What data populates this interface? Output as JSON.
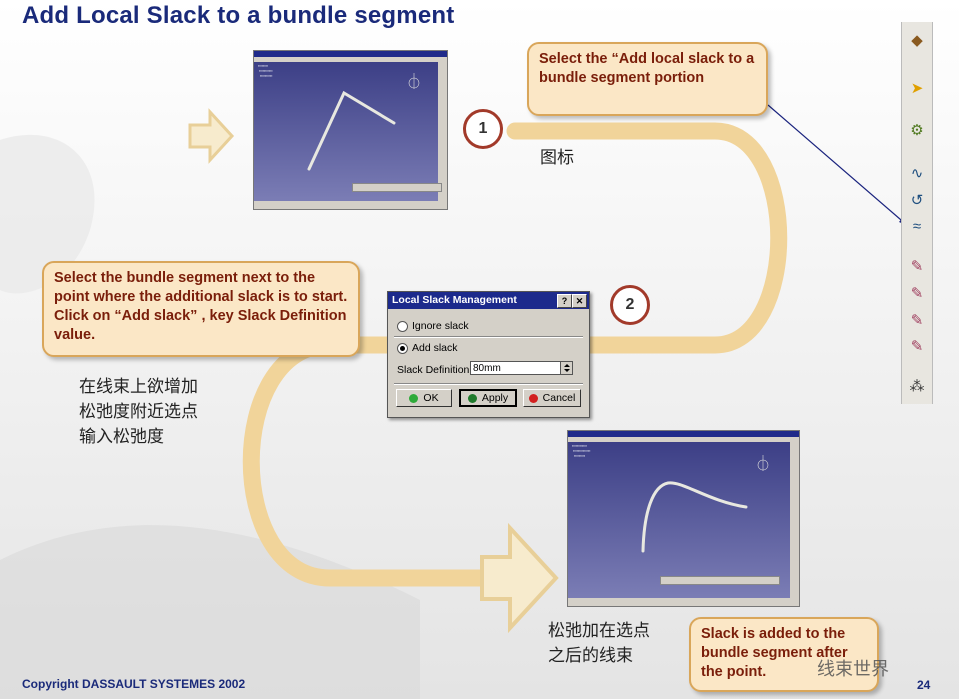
{
  "title": "Add Local Slack to a bundle segment",
  "callouts": {
    "step1": "Select the “Add local slack to a bundle segment portion",
    "step2": "Select the bundle segment next to the point where the additional slack is to start. Click on “Add slack” , key Slack Definition value.",
    "result": "Slack is added to the bundle segment after the point."
  },
  "steps": {
    "one": "1",
    "two": "2"
  },
  "chinese": {
    "icon": "图标",
    "select": "在线束上欲增加\n松弛度附近选点\n输入松弛度",
    "result": "松弛加在选点\n之后的线束"
  },
  "dialog": {
    "title": "Local Slack Management",
    "help_btn": "?",
    "close_btn": "✕",
    "ignore_label": "Ignore slack",
    "add_label": "Add slack",
    "ignore_selected": false,
    "add_selected": true,
    "slack_label": "Slack Definition:",
    "slack_value": "80mm",
    "ok_label": "OK",
    "apply_label": "Apply",
    "cancel_label": "Cancel"
  },
  "toolbar_icons": [
    "bundle-icon",
    "pointer-icon",
    "gear-icon",
    "route-icon",
    "curve-icon",
    "slack-icon",
    "tool-a-icon",
    "tool-b-icon",
    "tool-c-icon",
    "tool-d-icon",
    "network-icon"
  ],
  "colors": {
    "title": "#1a2a7a",
    "callout_text": "#7a1e0a",
    "callout_bg": "#fbe7c6",
    "path": "#f1d49a"
  },
  "footer": {
    "copyright": "Copyright DASSAULT SYSTEMES 2002",
    "page": "24"
  },
  "watermark": "线束世界"
}
